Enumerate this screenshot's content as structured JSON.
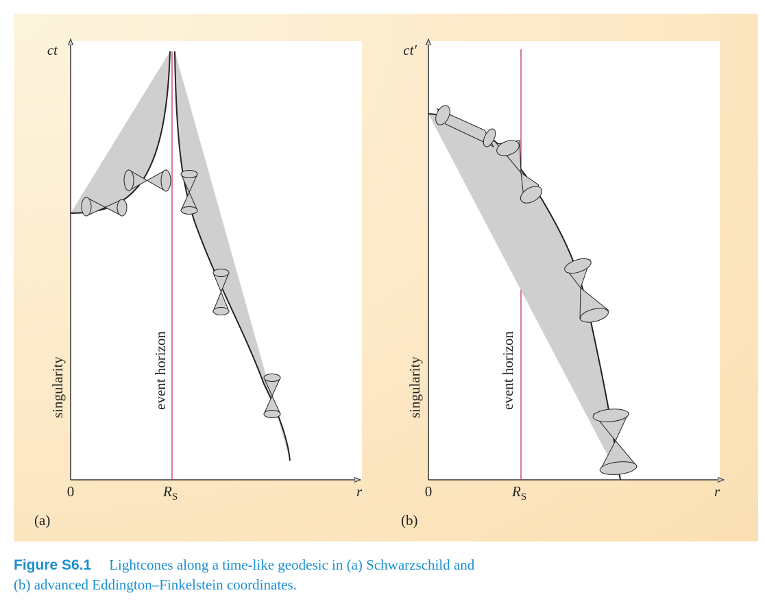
{
  "colors": {
    "panel_gradient_light": "#fdf4dd",
    "panel_gradient_dark": "#fbe0b4",
    "plot_bg": "#ffffff",
    "axis": "#111111",
    "geodesic": "#1f9a48",
    "event_horizon": "#c0264a",
    "cone_fill": "#cfcfcf",
    "cone_stroke": "#222222",
    "caption": "#1a8fd0"
  },
  "panels": [
    {
      "id": "a",
      "panel_label": "(a)",
      "y_axis_label": "ct",
      "x_axis_label": "r",
      "origin_label": "0",
      "rs_label": "R",
      "rs_subscript": "S",
      "singularity_label": "singularity",
      "horizon_label": "event horizon"
    },
    {
      "id": "b",
      "panel_label": "(b)",
      "y_axis_label": "ct′",
      "x_axis_label": "r",
      "origin_label": "0",
      "rs_label": "R",
      "rs_subscript": "S",
      "singularity_label": "singularity",
      "horizon_label": "event horizon"
    }
  ],
  "caption": {
    "label": "Figure S6.1",
    "line1": "Lightcones along a time-like geodesic in (a) Schwarzschild and",
    "line2": "(b) advanced Eddington–Finkelstein coordinates."
  }
}
